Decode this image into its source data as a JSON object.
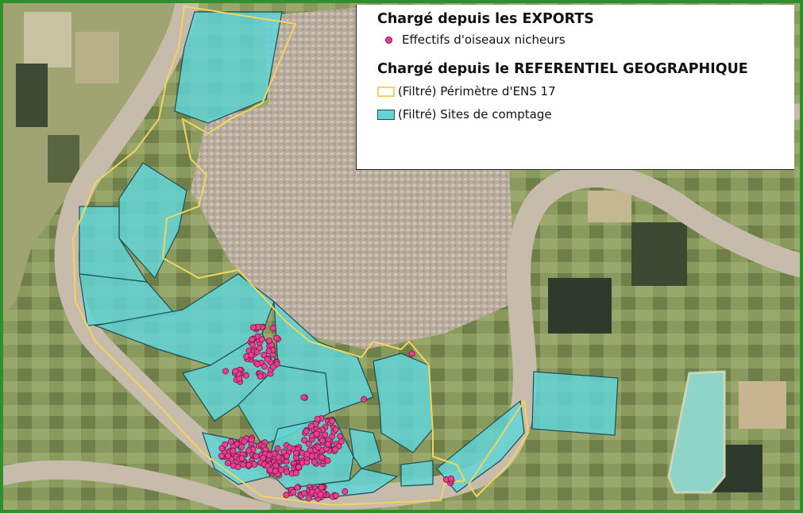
{
  "legend": {
    "exports_heading": "Chargé depuis les EXPORTS",
    "bird_points_label": "Effectifs d'oiseaux nicheurs",
    "referentiel_heading": "Chargé depuis le REFERENTIEL GEOGRAPHIQUE",
    "ens_perimeter_label": "(Filtré) Périmètre d'ENS 17",
    "counting_sites_label": "(Filtré) Sites de comptage"
  },
  "colors": {
    "bird_point_fill": "#e8418d",
    "ens_perimeter_stroke": "#f2d55e",
    "counting_site_fill": "#62d4d6",
    "frame_border": "#2f8f2f",
    "river": "#bfb3a3"
  },
  "icons": {
    "bird_points": "circle-marker",
    "ens_perimeter": "outlined-rectangle",
    "counting_sites": "filled-rectangle"
  }
}
